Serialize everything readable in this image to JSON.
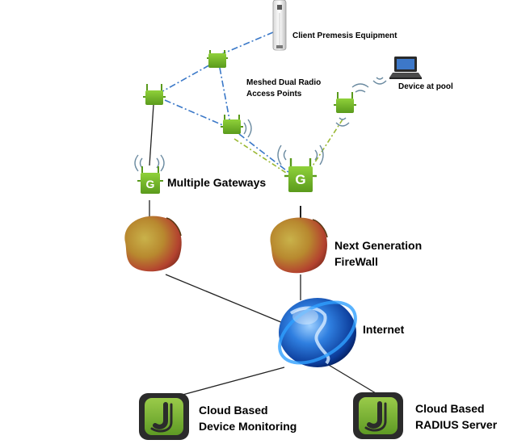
{
  "labels": {
    "client_equipment": "Client Premesis Equipment",
    "meshed_line1": "Meshed Dual Radio",
    "meshed_line2": "Access Points",
    "device_at_pool": "Device at pool",
    "multiple_gateways": "Multiple Gateways",
    "firewall_line1": "Next Generation",
    "firewall_line2": "FireWall",
    "internet": "Internet",
    "cloud_monitoring_line1": "Cloud Based",
    "cloud_monitoring_line2": "Device Monitoring",
    "cloud_radius_line1": "Cloud Based",
    "cloud_radius_line2": "RADIUS Server",
    "gateway_letter": "G"
  },
  "colors": {
    "ap_green": "#76b82a",
    "mesh_link_blue": "#3a78c8",
    "wireless_link_green": "#9ab833",
    "wired_link": "#222222",
    "globe_blue": "#1f5fc0",
    "cloud_icon_dark": "#2b2b2b"
  },
  "icons": {
    "access_point": "access-point-icon",
    "gateway": "gateway-icon",
    "firewall": "mango-firewall-icon",
    "internet": "globe-icon",
    "cloud_service": "cloud-app-icon",
    "laptop": "laptop-icon",
    "cpe": "antenna-cpe-icon"
  }
}
